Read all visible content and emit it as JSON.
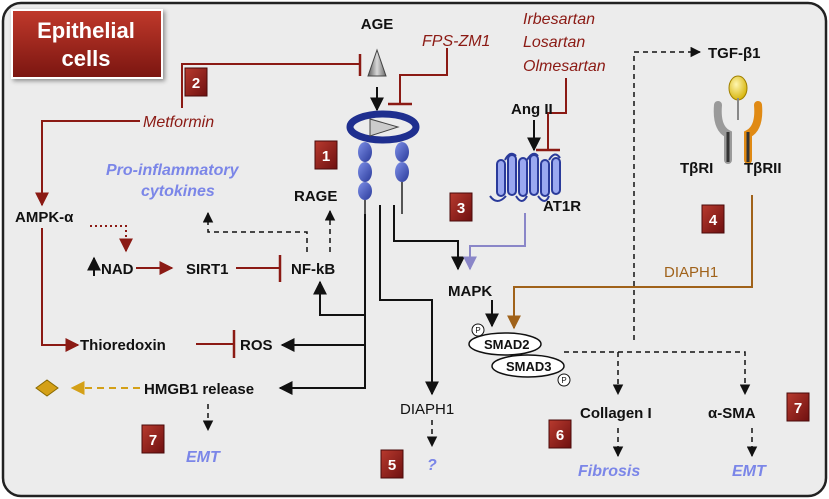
{
  "title": {
    "line1": "Epithelial",
    "line2": "cells"
  },
  "molecules": {
    "age": "AGE",
    "rage": "RAGE",
    "ang_ii": "Ang II",
    "at1r": "AT1R",
    "tgf_b1": "TGF-β1",
    "tbri": "TβRI",
    "tbrii": "TβRII",
    "ampk": "AMPK-α",
    "nad": "NAD",
    "sirt1": "SIRT1",
    "nfkb": "NF-kB",
    "thioredoxin": "Thioredoxin",
    "ros": "ROS",
    "hmgb1": "HMGB1 release",
    "mapk": "MAPK",
    "smad2": "SMAD2",
    "smad3": "SMAD3",
    "p": "P",
    "collagen": "Collagen I",
    "asma": "α-SMA",
    "diaph1_center": "DIAPH1",
    "diaph1_right": "DIAPH1"
  },
  "drugs": {
    "fps": "FPS-ZM1",
    "irbesartan": "Irbesartan",
    "losartan": "Losartan",
    "olmesartan": "Olmesartan",
    "metformin": "Metformin"
  },
  "outcomes": {
    "proinflam_1": "Pro-inflammatory",
    "proinflam_2": "cytokines",
    "emt_left": "EMT",
    "emt_right": "EMT",
    "fibrosis": "Fibrosis",
    "question": "?"
  },
  "badges": [
    "1",
    "2",
    "3",
    "4",
    "5",
    "6",
    "7",
    "7"
  ],
  "colors": {
    "background": "#ececec",
    "badge": "#8b1a14",
    "inhibition": "#8b1a14",
    "drug_text": "#8b1a14",
    "outcome_text": "#7b86e8",
    "diaph1_arrow": "#a0621a",
    "receptor_blue": "#3a4db5",
    "at1r_arrow": "#8a86c8"
  }
}
